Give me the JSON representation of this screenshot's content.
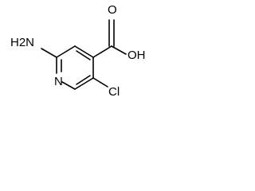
{
  "structure": {
    "atoms": {
      "amine": "H2N",
      "ring_nitrogen": "N",
      "hydroxyl": "OH",
      "carbonyl_oxygen": "O",
      "chlorine": "Cl"
    }
  },
  "colors": {
    "bond": "#000000",
    "label": "#000000",
    "background": "#ffffff"
  }
}
